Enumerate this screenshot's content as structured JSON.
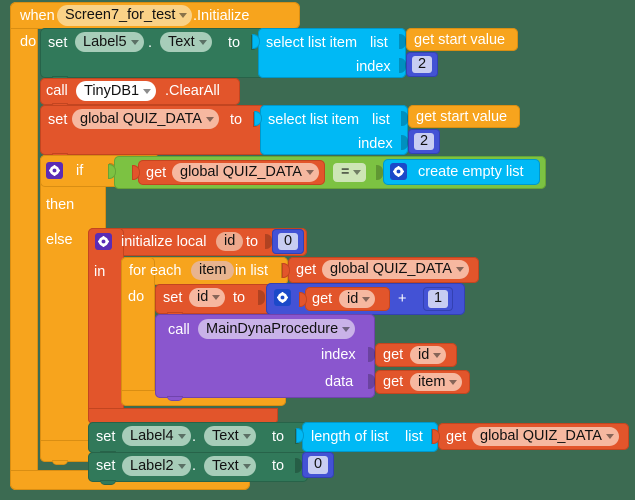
{
  "app": {
    "name": "MIT App Inventor Blocks Editor",
    "canvas_background": "#3c6b52"
  },
  "colors": {
    "event": "#F7A41D",
    "control": "#F7A41D",
    "setter": "#31795A",
    "variable": "#E2552B",
    "list": "#00B9F5",
    "math": "#4352D5",
    "logic": "#7CC242",
    "procedure": "#8A56CE"
  },
  "blocks": {
    "event": {
      "when": "when",
      "component": "Screen7_for_test",
      "method": ".Initialize",
      "do": "do"
    },
    "set_label5": {
      "set": "set",
      "component": "Label5",
      "dot": ".",
      "property": "Text",
      "to": "to"
    },
    "select_list_item_1": {
      "title": "select list item",
      "list_label": "list",
      "index_label": "index",
      "list_value": "get start value",
      "index_value": "2"
    },
    "call_tinydb": {
      "call": "call",
      "component": "TinyDB1",
      "method": ".ClearAll"
    },
    "set_global_quiz": {
      "set": "set",
      "variable": "global QUIZ_DATA",
      "to": "to"
    },
    "select_list_item_2": {
      "title": "select list item",
      "list_label": "list",
      "index_label": "index",
      "list_value": "get start value",
      "index_value": "2"
    },
    "if_block": {
      "if": "if",
      "then": "then",
      "else": "else"
    },
    "compare": {
      "get": "get",
      "variable": "global QUIZ_DATA",
      "operator": "=",
      "right": "create empty list"
    },
    "init_local": {
      "title": "initialize local",
      "name": "id",
      "to": "to",
      "value": "0",
      "in": "in"
    },
    "for_each": {
      "prefix": "for each",
      "name": "item",
      "suffix": "in list",
      "do": "do",
      "list_get": "get",
      "list_variable": "global QUIZ_DATA"
    },
    "set_id": {
      "set": "set",
      "variable": "id",
      "to": "to"
    },
    "add_expr": {
      "left_get": "get",
      "left_var": "id",
      "operator": "+",
      "right_value": "1"
    },
    "call_proc": {
      "call": "call",
      "procedure": "MainDynaProcedure",
      "index_label": "index",
      "data_label": "data",
      "index_get": "get",
      "index_var": "id",
      "data_get": "get",
      "data_var": "item"
    },
    "set_label4": {
      "set": "set",
      "component": "Label4",
      "dot": ".",
      "property": "Text",
      "to": "to"
    },
    "length_of_list": {
      "title": "length of list",
      "list_label": "list",
      "get": "get",
      "variable": "global QUIZ_DATA"
    },
    "set_label2": {
      "set": "set",
      "component": "Label2",
      "dot": ".",
      "property": "Text",
      "to": "to",
      "value": "0"
    }
  }
}
